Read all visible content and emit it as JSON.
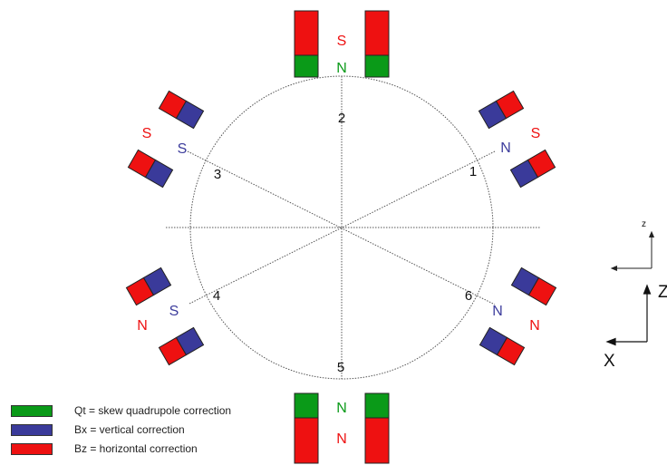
{
  "colors": {
    "green": "#0a9a18",
    "blue": "#3a3a9a",
    "red": "#ee1111",
    "pole_blue": "#3c3c9c"
  },
  "ports": [
    "1",
    "2",
    "3",
    "4",
    "5",
    "6"
  ],
  "poles": {
    "top_s": "S",
    "top_n": "N",
    "ur_n": "N",
    "ur_s": "S",
    "ul_s_red": "S",
    "ul_s_blue": "S",
    "ll_s": "S",
    "ll_n": "N",
    "lr_n_blue": "N",
    "lr_n_red": "N",
    "bottom_n_green": "N",
    "bottom_n_red": "N"
  },
  "axes": {
    "small_z": "z",
    "large_z": "Z",
    "large_x": "X"
  },
  "legend": [
    {
      "label": "Qt = skew quadrupole correction",
      "color": "#0a9a18",
      "icon": "green-swatch"
    },
    {
      "label": "Bx = vertical correction",
      "color": "#3a3a9a",
      "icon": "blue-swatch"
    },
    {
      "label": "Bz = horizontal correction",
      "color": "#ee1111",
      "icon": "red-swatch"
    }
  ]
}
